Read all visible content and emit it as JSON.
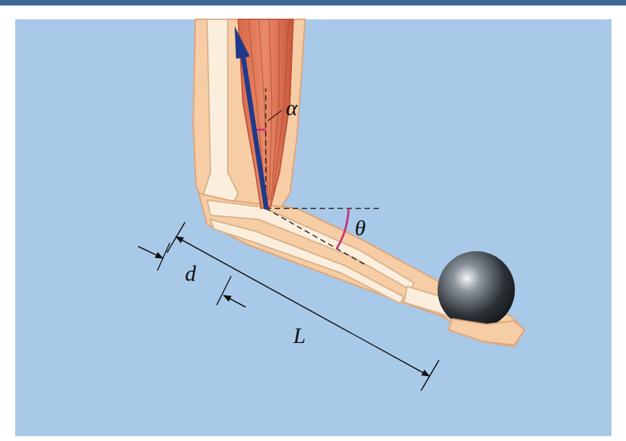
{
  "diagram": {
    "labels": [
      "α",
      "θ",
      "d",
      "L"
    ]
  }
}
